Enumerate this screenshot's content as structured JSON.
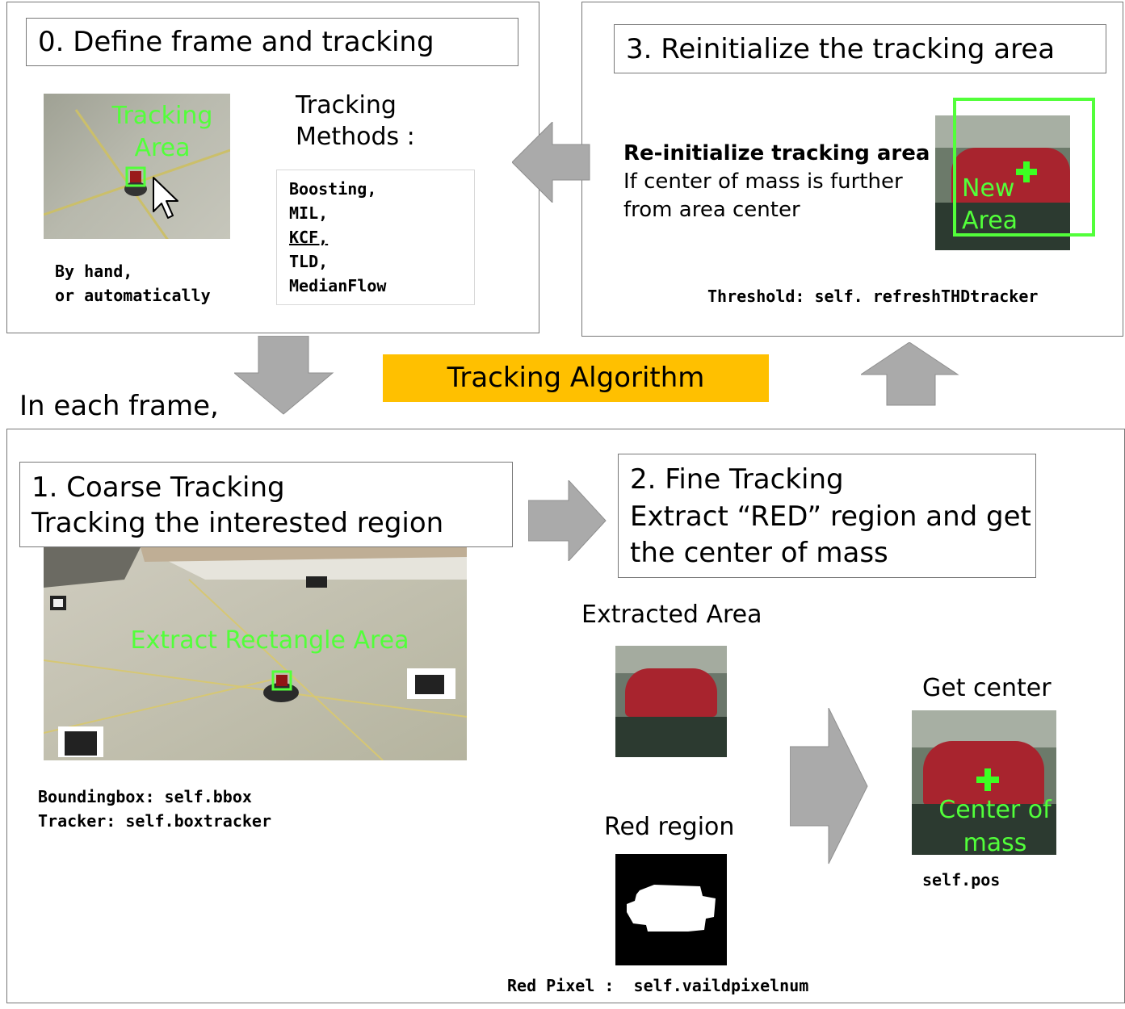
{
  "step0": {
    "title": "0. Define frame and tracking",
    "image_label_line1": "Tracking",
    "image_label_line2": "Area",
    "methods_heading_line1": "Tracking",
    "methods_heading_line2": "Methods :",
    "methods": [
      "Boosting,",
      "MIL,",
      "KCF,",
      "TLD,",
      "MedianFlow"
    ],
    "note_line1": "By hand,",
    "note_line2": "or automatically"
  },
  "step3": {
    "title": "3.  Reinitialize the tracking area",
    "heading": "Re-initialize tracking area",
    "desc_line1": "If center of mass is further",
    "desc_line2": "from area center",
    "image_label_line1": "New",
    "image_label_line2": "Area",
    "threshold": "Threshold: self. refreshTHDtracker"
  },
  "banner": {
    "label": "Tracking Algorithm",
    "color": "#ffc000"
  },
  "frame_label": "In each frame,",
  "step1": {
    "title": "1.  Coarse Tracking",
    "subtitle": "Tracking the interested region",
    "image_label": "Extract Rectangle Area",
    "bbox": "Boundingbox: self.bbox",
    "tracker": "Tracker: self.boxtracker"
  },
  "step2": {
    "title": "2.  Fine Tracking",
    "desc_line1": "Extract “RED” region and get",
    "desc_line2": "the center of mass",
    "extracted_label": "Extracted Area",
    "red_label": "Red region",
    "red_pixel": "Red Pixel :  self.vaildpixelnum",
    "center_label": "Get center",
    "center_img_line1": "Center of",
    "center_img_line2": "mass",
    "pos": "self.pos"
  },
  "colors": {
    "accent_green": "#52ff3a",
    "arrow_gray": "#aaaaaa",
    "border_gray": "#777777"
  },
  "icons": [
    "cursor-icon",
    "arrow-left-icon",
    "arrow-down-icon",
    "arrow-up-icon",
    "arrow-right-icon",
    "crosshair-plus-icon"
  ]
}
